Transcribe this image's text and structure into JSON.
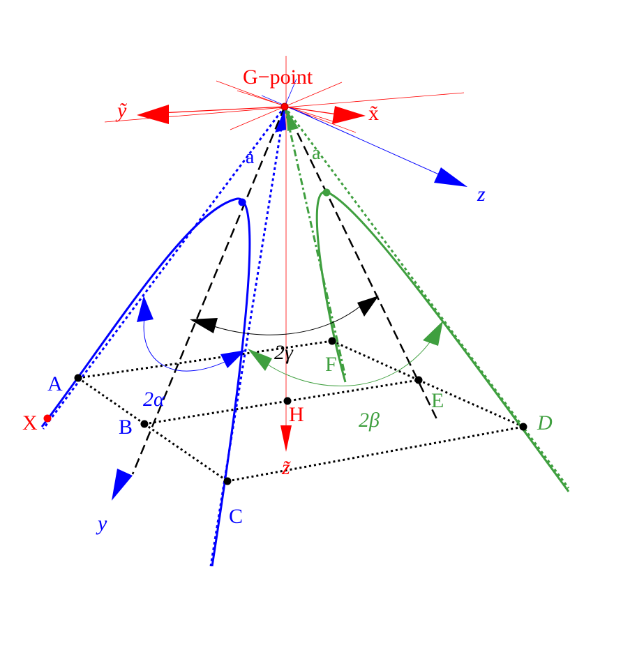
{
  "colors": {
    "red": "#ff0000",
    "blue": "#0000ff",
    "green": "#3f9f3f",
    "black": "#000000",
    "background": "#ffffff"
  },
  "labels": {
    "g_point": "G−point",
    "x_tilde": "x̃",
    "y_tilde": "ỹ",
    "z_tilde": "z̃",
    "z": "z",
    "y": "y",
    "a_blue": "a",
    "a_green": "a",
    "A": "A",
    "B": "B",
    "C": "C",
    "D": "D",
    "E": "E",
    "F": "F",
    "H": "H",
    "X": "X",
    "two_alpha": "2α",
    "two_beta": "2β",
    "two_gamma": "2γ"
  },
  "points": [
    "G-point",
    "A",
    "B",
    "C",
    "D",
    "E",
    "F",
    "H",
    "X"
  ]
}
